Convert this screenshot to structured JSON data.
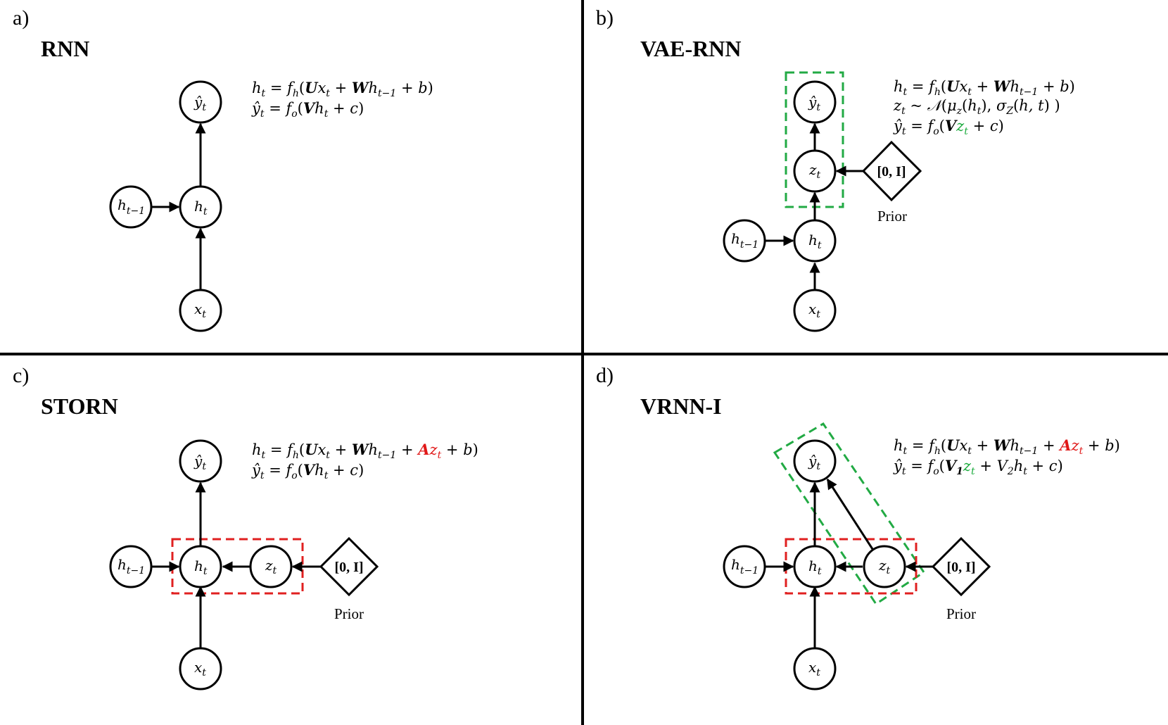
{
  "panels": [
    {
      "id": "a",
      "letter": "a)",
      "title": "RNN",
      "nodes": {
        "y": "ŷ",
        "h": "h",
        "hprev": "h",
        "x": "x"
      },
      "equations": [
        "h_t = f_h(Ux_t + Wh_{t−1} + b)",
        "ŷ_t = f_o(Vh_t + c)"
      ]
    },
    {
      "id": "b",
      "letter": "b)",
      "title": "VAE-RNN",
      "nodes": {
        "y": "ŷ",
        "z": "z",
        "h": "h",
        "hprev": "h",
        "x": "x",
        "prior": "[0, I]"
      },
      "prior_label": "Prior",
      "equations": [
        "h_t = f_h(Ux_t + Wh_{t−1} + b)",
        "z_t ~ N(μ_z(h_t), σ_Z(h, t))",
        "ŷ_t = f_o(Vz_t + c)"
      ]
    },
    {
      "id": "c",
      "letter": "c)",
      "title": "STORN",
      "nodes": {
        "y": "ŷ",
        "z": "z",
        "h": "h",
        "hprev": "h",
        "x": "x",
        "prior": "[0, I]"
      },
      "prior_label": "Prior",
      "equations": [
        "h_t = f_h(Ux_t + Wh_{t−1} + Az_t + b)",
        "ŷ_t = f_o(Vh_t + c)"
      ]
    },
    {
      "id": "d",
      "letter": "d)",
      "title": "VRNN-I",
      "nodes": {
        "y": "ŷ",
        "z": "z",
        "h": "h",
        "hprev": "h",
        "x": "x",
        "prior": "[0, I]"
      },
      "prior_label": "Prior",
      "equations": [
        "h_t = f_h(Ux_t + Wh_{t−1} + Az_t + b)",
        "ŷ_t = f_o(V_1 z_t + V_2 h_t + c)"
      ]
    }
  ],
  "subscripts": {
    "t": "t",
    "tminus1": "t−1",
    "z": "z",
    "Z": "Z",
    "one": "1",
    "two": "2",
    "h": "h",
    "o": "o"
  },
  "symbols": {
    "N": "𝒩",
    "tilde": "~",
    "plus": "+",
    "equals": "=",
    "lparen": "(",
    "rparen": ")",
    "comma": ",",
    "bold0": "0",
    "boldI": "I"
  },
  "colors": {
    "green_dashed": "#22aa44",
    "red_dashed": "#e02020",
    "red_text": "#e01818",
    "green_text": "#1aaa3c",
    "line": "#000000"
  }
}
